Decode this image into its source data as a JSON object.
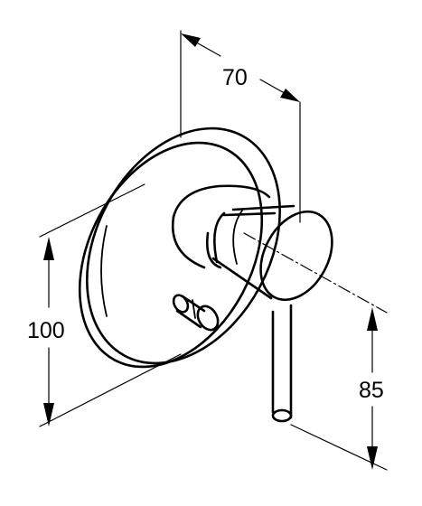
{
  "dimensions": {
    "width_label": "70",
    "height_label": "100",
    "lever_height_label": "85"
  },
  "colors": {
    "line": "#000000",
    "background": "#ffffff"
  }
}
